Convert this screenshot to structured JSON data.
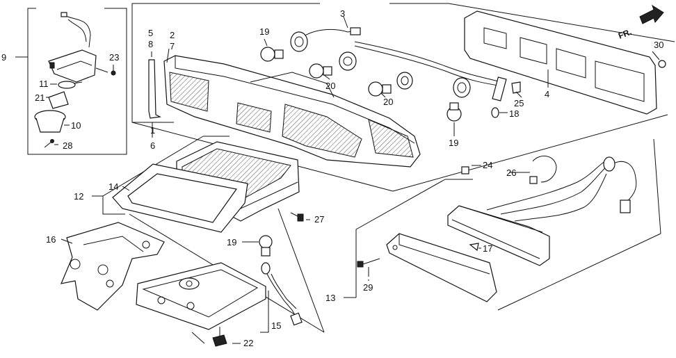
{
  "diagram": {
    "direction_label": "FR.",
    "part_labels": {
      "p1": "1",
      "p2": "2",
      "p3": "3",
      "p4": "4",
      "p5": "5",
      "p6": "6",
      "p7": "7",
      "p8": "8",
      "p9": "9",
      "p10": "10",
      "p11": "11",
      "p12": "12",
      "p13": "13",
      "p14": "14",
      "p15": "15",
      "p16": "16",
      "p17": "17",
      "p18": "18",
      "p19a": "19",
      "p19b": "19",
      "p19c": "19",
      "p20a": "20",
      "p20b": "20",
      "p21": "21",
      "p22": "22",
      "p23": "23",
      "p24": "24",
      "p25": "25",
      "p26": "26",
      "p27": "27",
      "p28": "28",
      "p29": "29",
      "p30": "30"
    }
  }
}
